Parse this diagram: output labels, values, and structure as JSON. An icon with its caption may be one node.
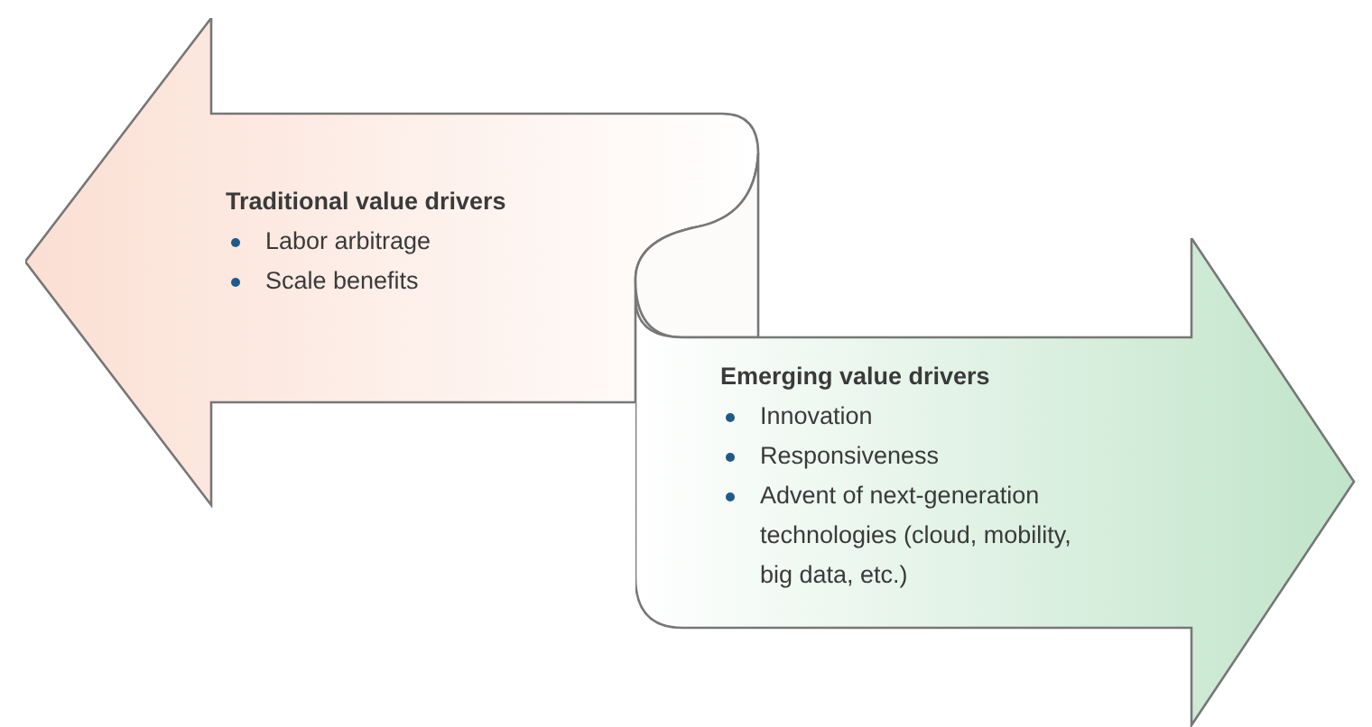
{
  "diagram": {
    "nodes": [
      {
        "text": [
          "Traditional value drivers",
          "Labor arbitrage",
          "Scale benefits"
        ]
      },
      {
        "text": [
          "Emerging value drivers",
          "Innovation",
          "Responsiveness",
          "Advent of next-generation technologies (cloud, mobility, big data, etc.)"
        ]
      }
    ],
    "edges": []
  }
}
